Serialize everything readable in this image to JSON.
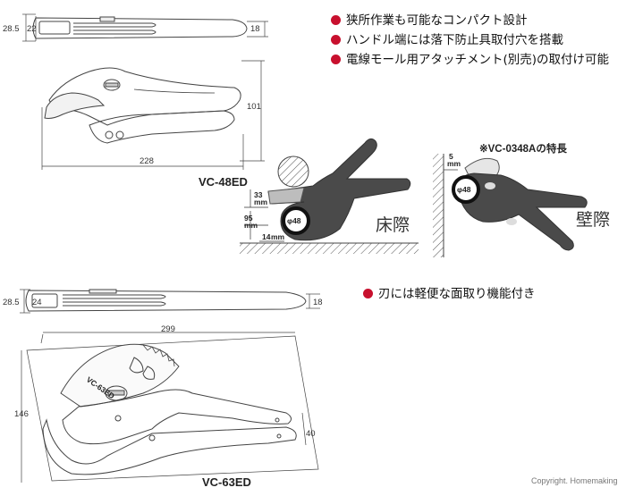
{
  "features_top": [
    "狭所作業も可能なコンパクト設計",
    "ハンドル端には落下防止具取付穴を搭載",
    "電線モール用アタッチメント(別売)の取付け可能"
  ],
  "feature_bottom": "刃には軽便な面取り機能付き",
  "colors": {
    "bullet": "#c8102e",
    "tool_dark": "#4a4a4a",
    "tool_light": "#d9d9d9"
  },
  "vc48": {
    "model": "VC-48ED",
    "top_view": {
      "left_a": "28.5",
      "left_b": "22",
      "right": "18"
    },
    "side_view": {
      "height": "101",
      "length": "228"
    }
  },
  "usage": {
    "floor_label": "床際",
    "wall_label": "壁際",
    "wall_title": "※VC-0348Aの特長",
    "d33": "33",
    "d95": "95",
    "d14": "14",
    "d5": "5",
    "unit": "mm",
    "pipe": "φ48"
  },
  "vc63": {
    "model": "VC-63ED",
    "top_view": {
      "left_a": "28.5",
      "left_b": "24",
      "right": "18"
    },
    "side_view": {
      "length": "299",
      "height": "146",
      "handle": "40"
    },
    "engraving": "VC-63ED"
  },
  "copyright": "Copyright. Homemaking"
}
